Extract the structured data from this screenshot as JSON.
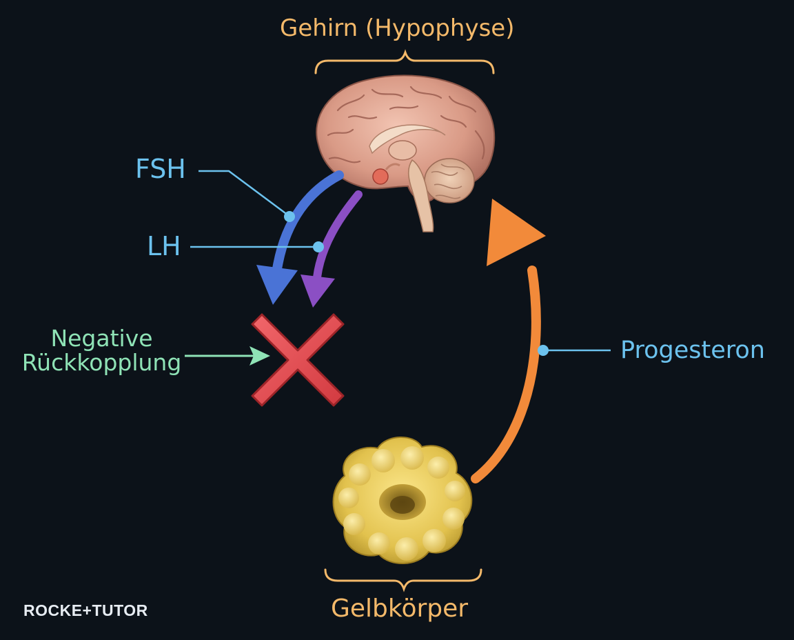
{
  "labels": {
    "brain": "Gehirn (Hypophyse)",
    "fsh": "FSH",
    "lh": "LH",
    "negative_line1": "Negative",
    "negative_line2": "Rückkopplung",
    "progesterone": "Progesteron",
    "corpus_luteum": "Gelbkörper"
  },
  "logo": "ROCKE+TUTOR",
  "colors": {
    "background": "#0c1219",
    "label_orange": "#f4b96a",
    "label_blue": "#6cc2ee",
    "label_green": "#8fe3b6",
    "fsh_arrow": "#4a73d6",
    "lh_arrow": "#8b4fc4",
    "progesterone_arrow": "#f28a3a",
    "cross": "#e5484d"
  },
  "icons": {
    "brain": "brain-sagittal-icon",
    "corpus_luteum": "corpus-luteum-icon",
    "block": "red-cross-icon"
  }
}
